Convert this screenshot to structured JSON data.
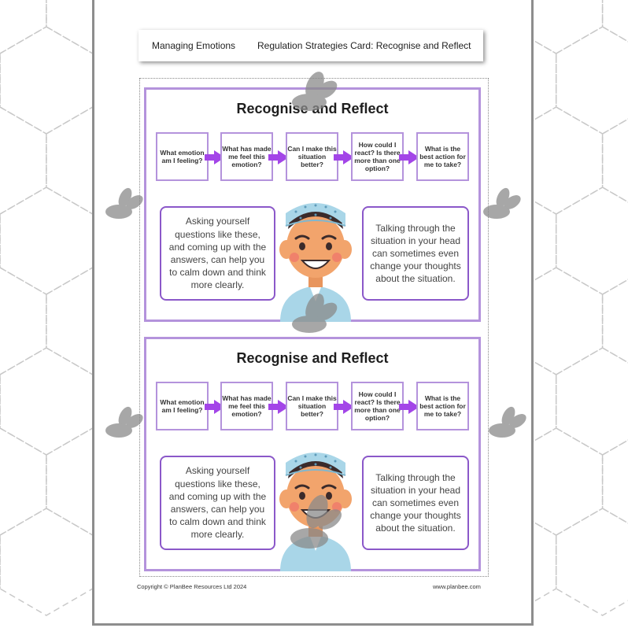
{
  "header": {
    "topic": "Managing Emotions",
    "card_title": "Regulation Strategies Card: Recognise and Reflect"
  },
  "cards": [
    {
      "title": "Recognise and Reflect",
      "steps": [
        "What emotion am I feeling?",
        "What has made me feel this emotion?",
        "Can I make this situation better?",
        "How could I react? Is there more than one option?",
        "What is the best action for me to take?"
      ],
      "left_bubble": "Asking yourself questions like these, and coming up with the answers, can help you to calm down and think more clearly.",
      "right_bubble": "Talking through the situation in your head can sometimes even change your thoughts about the situation."
    },
    {
      "title": "Recognise and Reflect",
      "steps": [
        "What emotion am I feeling?",
        "What has made me feel this emotion?",
        "Can I make this situation better?",
        "How could I react? Is there more than one option?",
        "What is the best action for me to take?"
      ],
      "left_bubble": "Asking yourself questions like these, and coming up with the answers, can help you to calm down and think more clearly.",
      "right_bubble": "Talking through the situation in your head can sometimes even change your thoughts about the situation."
    }
  ],
  "footer": {
    "copyright": "Copyright © PlanBee Resources Ltd 2024",
    "website": "www.planbee.com"
  },
  "colors": {
    "card_border": "#b493dc",
    "arrow": "#a345e8",
    "bubble_border": "#8b58c9",
    "cap": "#a9d6e8",
    "skin": "#f2a46c"
  },
  "icons": [
    "bee-watermark-icon",
    "boy-character-illustration"
  ]
}
